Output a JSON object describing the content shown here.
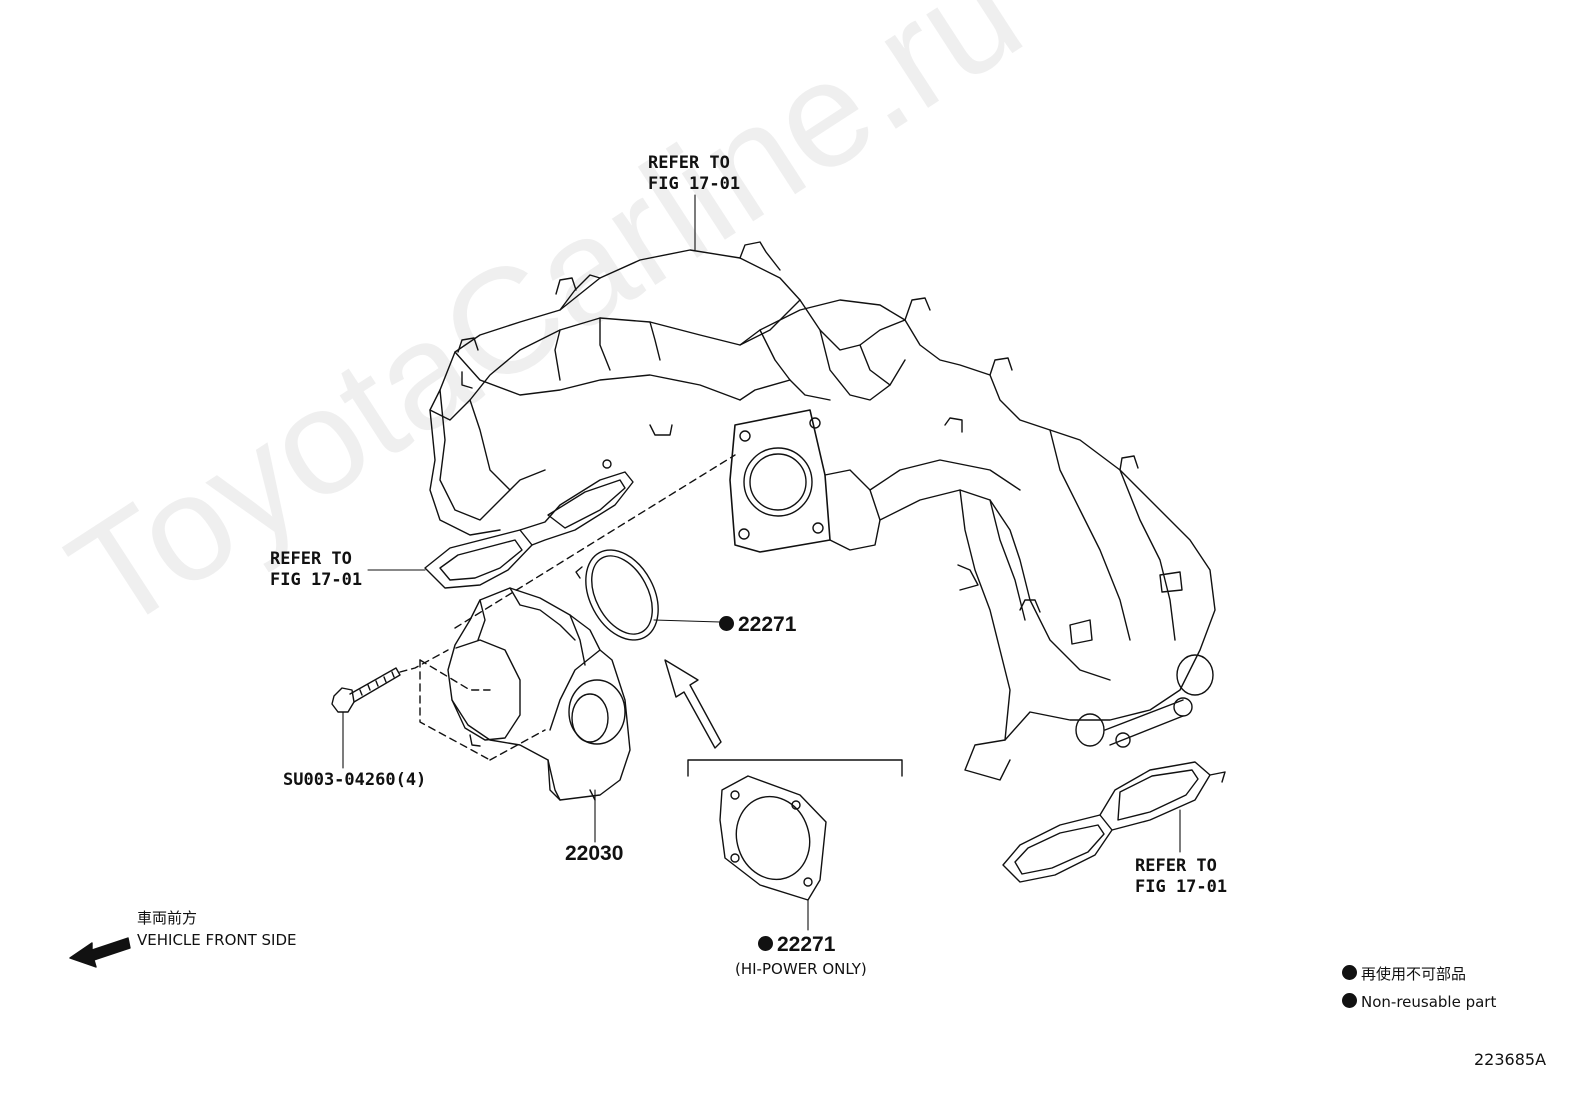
{
  "labels": {
    "refer_top_1": "REFER TO",
    "refer_top_2": "FIG 17-01",
    "refer_left_1": "REFER TO",
    "refer_left_2": "FIG 17-01",
    "refer_right_1": "REFER TO",
    "refer_right_2": "FIG 17-01",
    "bolt": "SU003-04260(4)",
    "throttle_body": "22030",
    "gasket_upper": "22271",
    "gasket_lower": "22271",
    "hi_power": "(HI-POWER ONLY)",
    "front_jp": "車両前方",
    "front_en": "VEHICLE FRONT SIDE"
  },
  "legend": {
    "jp": "再使用不可部品",
    "en": "Non-reusable part"
  },
  "diagram_id": "223685A",
  "watermark": "ToyotaCarline.ru",
  "colors": {
    "line": "#111111",
    "background": "#ffffff"
  }
}
